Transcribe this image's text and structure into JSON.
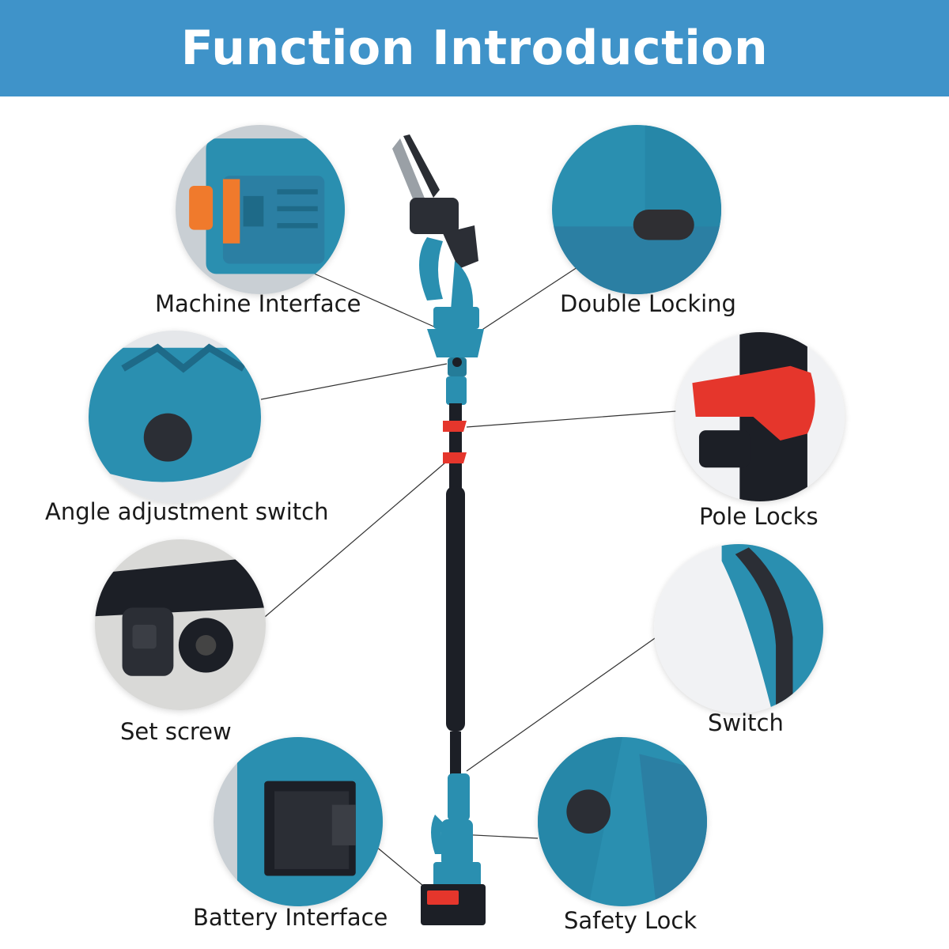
{
  "header": {
    "title": "Function Introduction"
  },
  "features": {
    "machine_interface": "Machine Interface",
    "double_locking": "Double Locking",
    "angle_adjustment": "Angle adjustment switch",
    "pole_locks": "Pole Locks",
    "set_screw": "Set screw",
    "switch": "Switch",
    "battery_interface": "Battery Interface",
    "safety_lock": "Safety Lock"
  },
  "colors": {
    "header_bg": "#3f93c9",
    "tool_teal": "#2a8fb0",
    "lock_red": "#e5362c",
    "pole_black": "#1c1f26"
  }
}
